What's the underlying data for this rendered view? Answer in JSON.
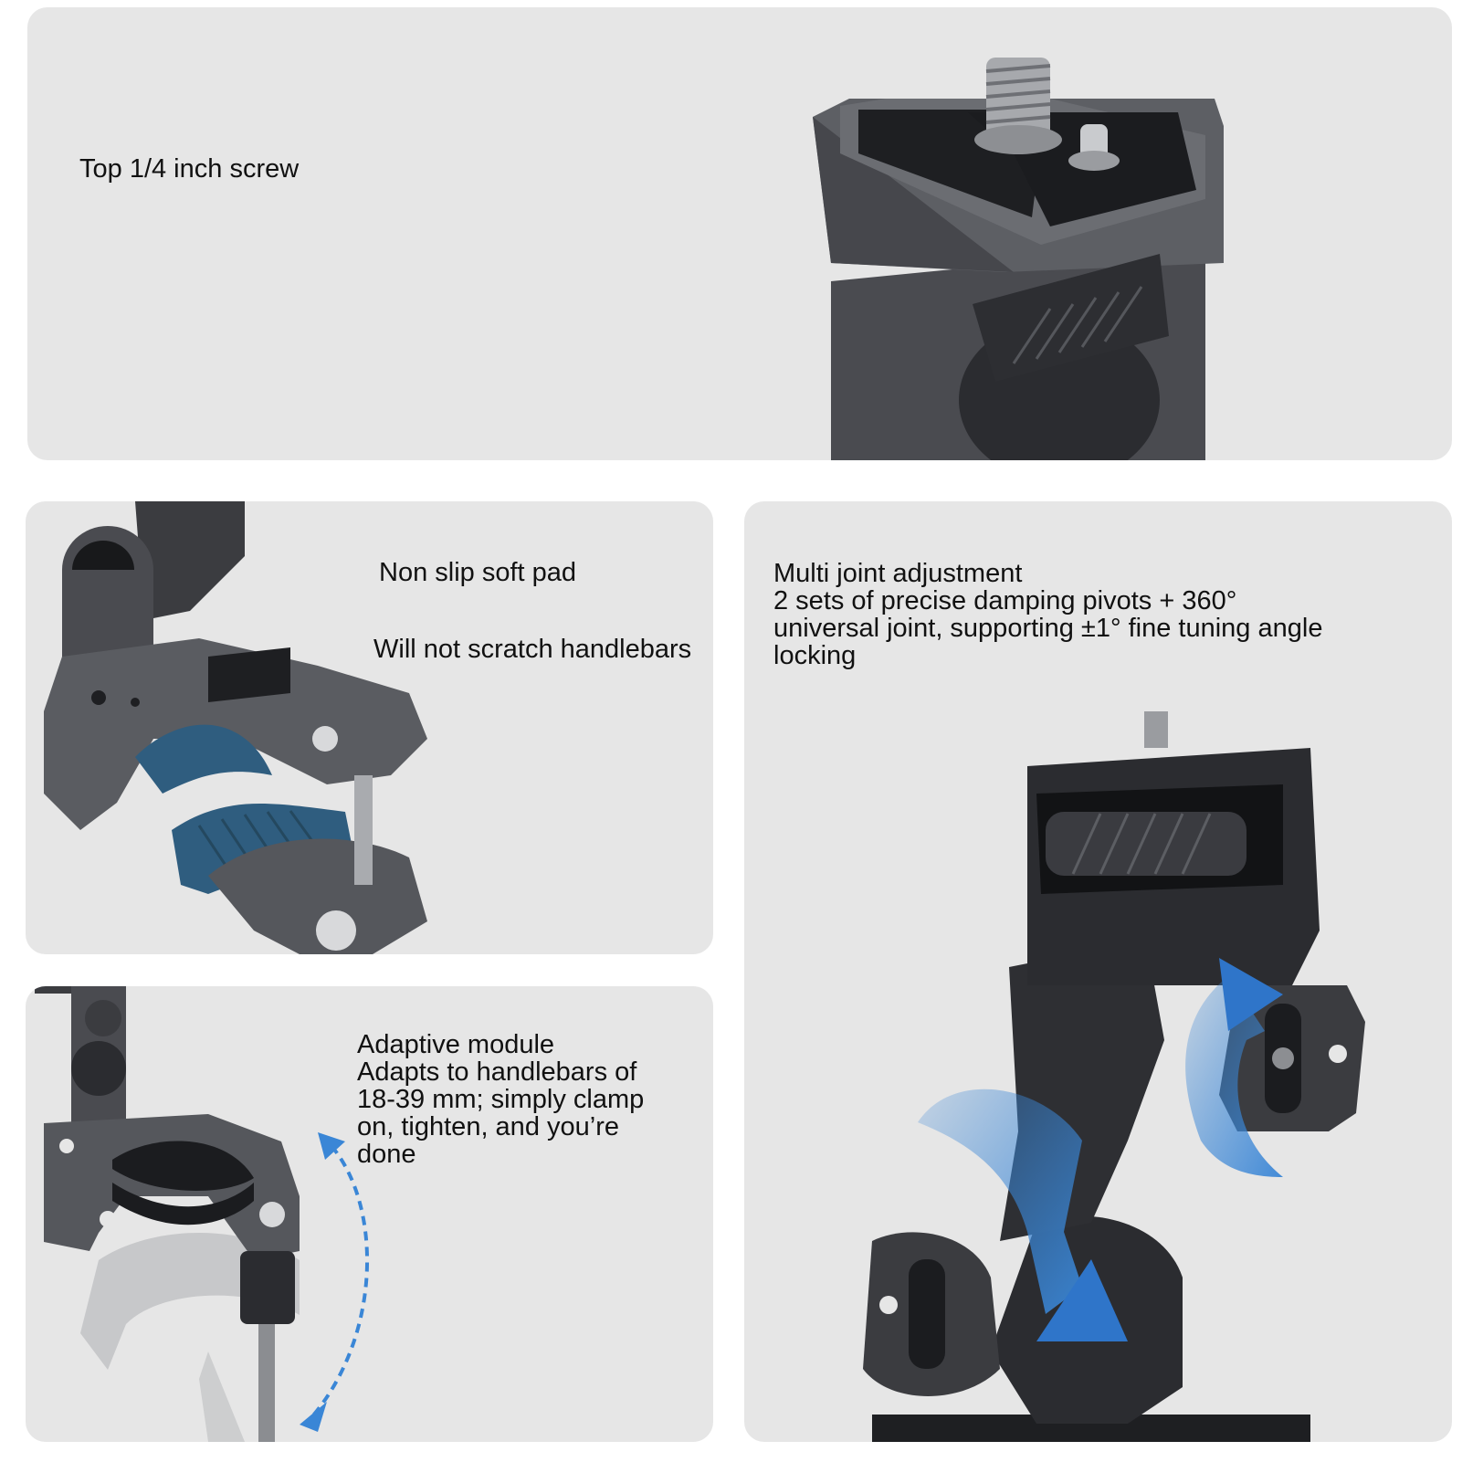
{
  "panels": {
    "top_screw": {
      "caption": "Top 1/4 inch screw"
    },
    "soft_pad": {
      "caption_1": "Non slip soft pad",
      "caption_2": "Will not scratch handlebars"
    },
    "multi_joint": {
      "heading": "Multi joint adjustment",
      "lines": [
        "2 sets of precise damping pivots + 360°",
        "universal joint, supporting ±1° fine tuning angle",
        "locking"
      ]
    },
    "adaptive": {
      "heading": "Adaptive module",
      "lines": [
        "Adapts to handlebars of",
        "18-39 mm; simply clamp",
        "on, tighten, and you’re",
        "done"
      ]
    }
  },
  "colors": {
    "panel_bg": "#e6e6e6",
    "metal_dark": "#3b3c40",
    "metal_mid": "#5a5c61",
    "pad_blue": "#2f5d7f",
    "arrow_blue": "#3a86d6"
  },
  "icons": [
    "screw-mount-image",
    "handlebar-clamp-image",
    "swivel-joint-image",
    "adaptive-clamp-image",
    "rotation-arrow-icon",
    "range-arrow-icon"
  ]
}
